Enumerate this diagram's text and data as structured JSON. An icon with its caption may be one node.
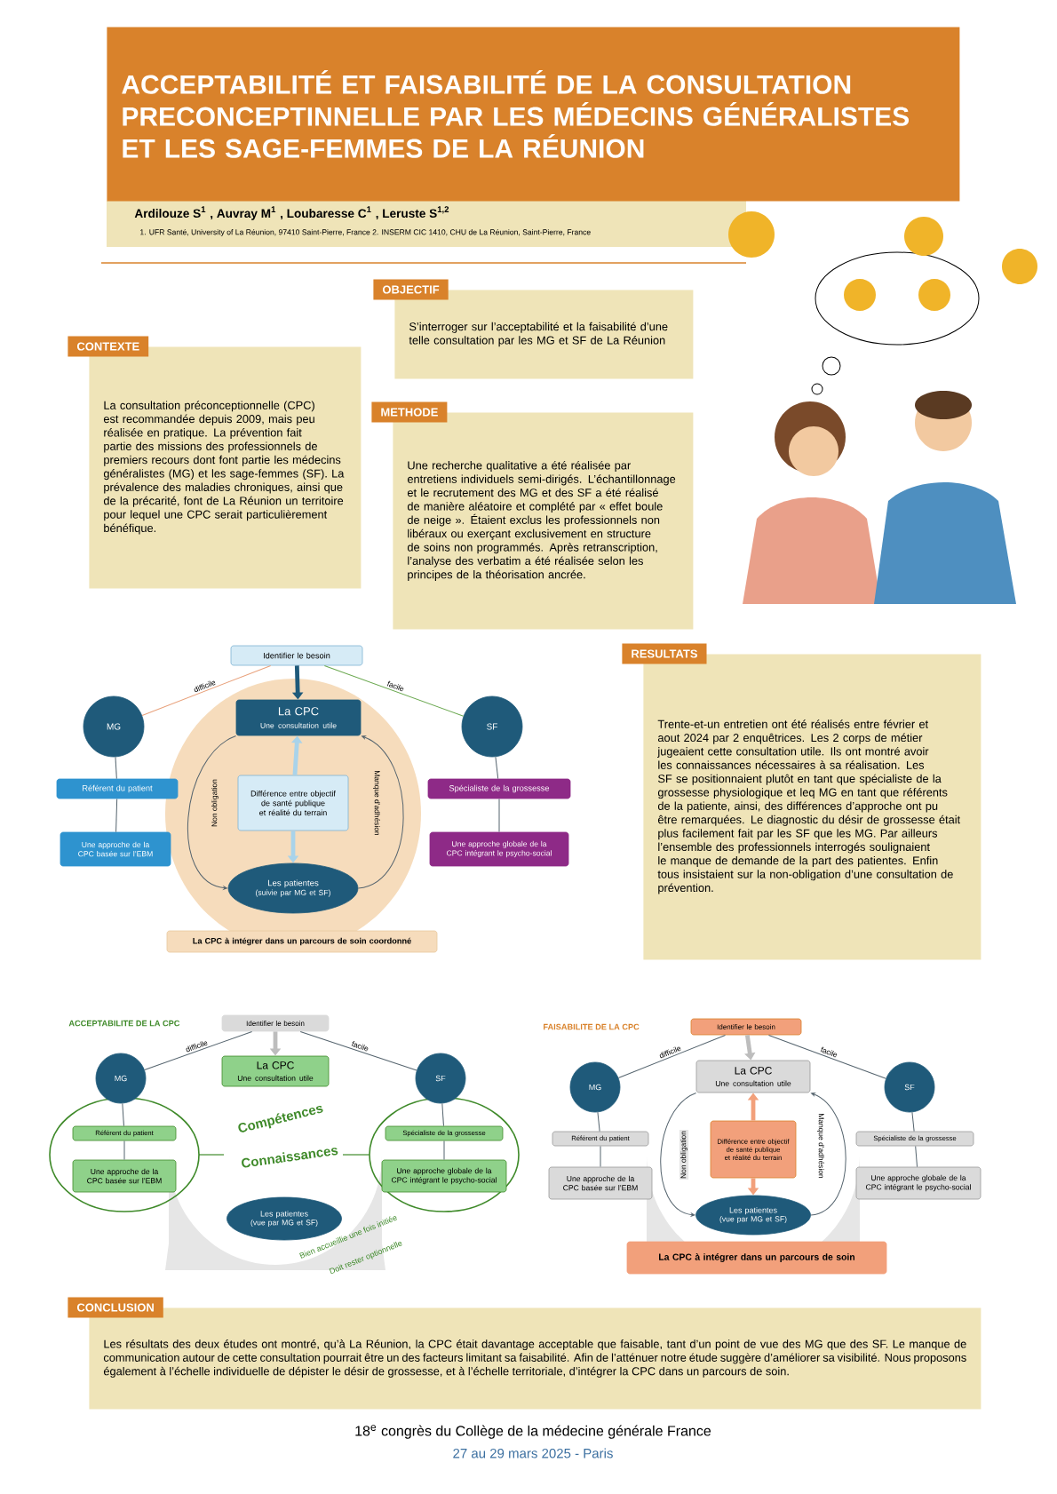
{
  "diagram": {
    "title": "ACCEPTABILITÉ ET FAISABILITÉ DE LA CONSULTATION PRECONCEPTINNELLE PAR LES MÉDECINS GÉNÉRALISTES ET LES SAGE-FEMMES DE LA RÉUNION",
    "nodes": [
      {
        "text": [
          "CONTEXTE",
          "La consultation préconceptionnelle (CPC) est recommandée depuis 2009, mais peu réalisée en pratique. La prévention fait partie des missions des professionnels de premiers recours dont font partie les médecins généralistes (MG) et les sage-femmes (SF). La prévalence des maladies chroniques, ainsi que de la précarité, font de La Réunion un territoire pour lequel une CPC serait particulièrement bénéfique."
        ]
      },
      {
        "text": [
          "OBJECTIF",
          "S’interroger sur l’acceptabilité et la faisabilité d’une telle consultation par les MG et SF de La Réunion"
        ]
      },
      {
        "text": [
          "METHODE",
          "Une recherche qualitative a été réalisée par entretiens individuels semi-dirigés. L’échantillonnage et le recrutement des MG et des SF a été réalisé de manière aléatoire et complété par « effet boule de neige ». Étaient exclus les professionnels non libéraux ou exerçant exclusivement en structure de soins non programmés. Après retranscription, l’analyse des verbatim a été réalisée selon les principes de la théorisation ancrée."
        ]
      },
      {
        "text": [
          "RESULTATS",
          "Trente-et-un entretien ont été réalisés entre février et aout 2024 par 2 enquêtrices. Les 2 corps de métier jugeaient cette consultation utile. Ils ont montré avoir les connaissances nécessaires à sa réalisation. Les SF se positionnaient plutôt en tant que spécialiste de la grossesse physiologique et leq MG en tant que référents de la patiente, ainsi, des différences d’approche ont pu être remarquées. Le diagnostic du désir de grossesse était plus facilement fait par les SF que les MG. Par ailleurs l’ensemble des professionnels interrogés soulignaient le manque de demande de la part des patientes. Enfin tous insistaient sur la non-obligation d’une consultation de prévention."
        ]
      },
      {
        "text": [
          "CONCLUSION",
          "Les résultats des deux études ont montré, qu’à La Réunion, la CPC était davantage acceptable que faisable, tant d’un point de vue des MG que des SF. Le manque de communication autour de cette consultation pourrait être un des facteurs limitant sa faisabilité. Afin de l’atténuer notre étude suggère d’améliorer sa visibilité. Nous proposons également à l’échelle individuelle de dépister le désir de grossesse, et à l’échelle territoriale, d’intégrer la CPC dans un parcours de soin."
        ]
      },
      {
        "text": [
          "Identifier le besoin"
        ]
      },
      {
        "text": [
          "MG"
        ]
      },
      {
        "text": [
          "SF"
        ]
      },
      {
        "text": [
          "La CPC",
          "Une consultation utile"
        ]
      },
      {
        "text": [
          "Différence entre objectif de santé publique et réalité du terrain"
        ]
      },
      {
        "text": [
          "Les patientes",
          "(suivie par MG et SF)"
        ]
      },
      {
        "text": [
          "Référent du patient"
        ]
      },
      {
        "text": [
          "Une approche de la CPC basée sur l’EBM"
        ]
      },
      {
        "text": [
          "Spécialiste de la grossesse"
        ]
      },
      {
        "text": [
          "Une approche globale de la CPC intégrant le psycho-social"
        ]
      },
      {
        "text": [
          "La CPC à intégrer dans un parcours de soin coordonné"
        ]
      },
      {
        "text": [
          "Identifier le besoin"
        ]
      },
      {
        "text": [
          "MG"
        ]
      },
      {
        "text": [
          "SF"
        ]
      },
      {
        "text": [
          "La CPC",
          "Une consultation utile"
        ]
      },
      {
        "text": [
          "Référent du patient"
        ]
      },
      {
        "text": [
          "Une approche de la CPC basée sur l’EBM"
        ]
      },
      {
        "text": [
          "Spécialiste de la grossesse"
        ]
      },
      {
        "text": [
          "Une approche globale de la CPC intégrant le psycho-social"
        ]
      },
      {
        "text": [
          "Les patientes",
          "(vue par MG et SF)"
        ]
      },
      {
        "text": [
          "Identifier le besoin"
        ]
      },
      {
        "text": [
          "MG"
        ]
      },
      {
        "text": [
          "SF"
        ]
      },
      {
        "text": [
          "La CPC",
          "Une consultation utile"
        ]
      },
      {
        "text": [
          "Différence entre objectif de santé publique et réalité du terrain"
        ]
      },
      {
        "text": [
          "Les patientes",
          "(vue par MG et SF)"
        ]
      },
      {
        "text": [
          "Référent du patient"
        ]
      },
      {
        "text": [
          "Une approche de la CPC basée sur l’EBM"
        ]
      },
      {
        "text": [
          "Spécialiste de la grossesse"
        ]
      },
      {
        "text": [
          "Une approche globale de la CPC intégrant le psycho-social"
        ]
      },
      {
        "text": [
          "La CPC à intégrer dans un parcours de soin"
        ]
      }
    ],
    "edges": [
      {
        "from": 5,
        "to": 6,
        "arrow": "none",
        "label": "difficile",
        "color": "#e8a07a"
      },
      {
        "from": 5,
        "to": 7,
        "arrow": "none",
        "label": "facile",
        "color": "#6aa84f"
      },
      {
        "from": 5,
        "to": 8,
        "arrow": "to",
        "style": "thick",
        "color": "#1f5a7a"
      },
      {
        "from": 9,
        "to": 8,
        "arrow": "to",
        "style": "thick",
        "color": "#a9d3ea"
      },
      {
        "from": 9,
        "to": 10,
        "arrow": "to",
        "style": "thick",
        "color": "#a9d3ea"
      },
      {
        "from": 8,
        "to": 10,
        "arrow": "to",
        "label": "Non obligation"
      },
      {
        "from": 10,
        "to": 8,
        "arrow": "to",
        "label": "Manque d’adhésion"
      },
      {
        "from": 6,
        "to": 11,
        "arrow": "none"
      },
      {
        "from": 11,
        "to": 12,
        "arrow": "none"
      },
      {
        "from": 7,
        "to": 13,
        "arrow": "none"
      },
      {
        "from": 13,
        "to": 14,
        "arrow": "none"
      },
      {
        "from": 16,
        "to": 17,
        "arrow": "none",
        "label": "difficile"
      },
      {
        "from": 16,
        "to": 18,
        "arrow": "none",
        "label": "facile"
      },
      {
        "from": 16,
        "to": 19,
        "arrow": "to",
        "style": "thick",
        "color": "#bdbdbd"
      },
      {
        "from": 17,
        "to": 20,
        "arrow": "none"
      },
      {
        "from": 20,
        "to": 21,
        "arrow": "none"
      },
      {
        "from": 18,
        "to": 22,
        "arrow": "none"
      },
      {
        "from": 22,
        "to": 23,
        "arrow": "none"
      },
      {
        "from": 25,
        "to": 26,
        "arrow": "none",
        "label": "difficile"
      },
      {
        "from": 25,
        "to": 27,
        "arrow": "none",
        "label": "facile"
      },
      {
        "from": 25,
        "to": 28,
        "arrow": "to",
        "style": "thick",
        "color": "#bdbdbd"
      },
      {
        "from": 29,
        "to": 28,
        "arrow": "to",
        "style": "thick",
        "color": "#f2a07b"
      },
      {
        "from": 29,
        "to": 30,
        "arrow": "to",
        "style": "thick",
        "color": "#f2a07b"
      },
      {
        "from": 28,
        "to": 30,
        "arrow": "to",
        "label": "Non obligation"
      },
      {
        "from": 30,
        "to": 28,
        "arrow": "to",
        "label": "Manque d’adhésion"
      },
      {
        "from": 26,
        "to": 31,
        "arrow": "none"
      },
      {
        "from": 31,
        "to": 32,
        "arrow": "none"
      },
      {
        "from": 27,
        "to": 33,
        "arrow": "none"
      },
      {
        "from": 33,
        "to": 34,
        "arrow": "none"
      }
    ],
    "labels": [
      "Ardilouze S$^{1}$ , Auvray M$^{1}$ , Loubaresse C$^{1}$ , Leruste S$^{1,2}$",
      "1. UFR Santé, University of La Réunion, 97410 Saint-Pierre, France 2. INSERM CIC 1410, CHU de La Réunion, Saint-Pierre, France",
      "ACCEPTABILITE DE LA CPC",
      "Compétences",
      "Connaissances",
      "Bien accueillie une fois initiée",
      "Doit rester optionnelle",
      "FAISABILITE DE LA CPC",
      "18$^{e}$ congrès du Collège de la médecine générale France",
      "27 au 29 mars 2025 - Paris"
    ]
  }
}
